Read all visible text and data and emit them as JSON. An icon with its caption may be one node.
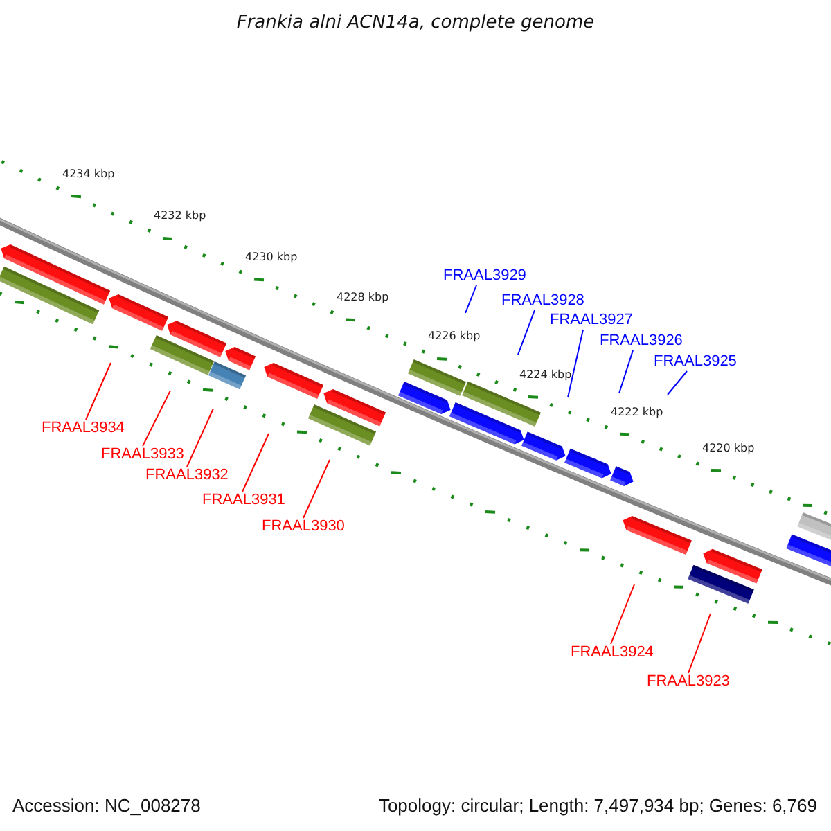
{
  "diagram": {
    "title": "Frankia alni ACN14a, complete genome",
    "nodes": [
      {
        "text": [
          "FRAAL3934"
        ]
      },
      {
        "text": [
          "FRAAL3933"
        ]
      },
      {
        "text": [
          "FRAAL3932"
        ]
      },
      {
        "text": [
          "FRAAL3931"
        ]
      },
      {
        "text": [
          "FRAAL3930"
        ]
      },
      {
        "text": [
          "FRAAL3929"
        ]
      },
      {
        "text": [
          "FRAAL3928"
        ]
      },
      {
        "text": [
          "FRAAL3927"
        ]
      },
      {
        "text": [
          "FRAAL3926"
        ]
      },
      {
        "text": [
          "FRAAL3925"
        ]
      },
      {
        "text": [
          "FRAAL3924"
        ]
      },
      {
        "text": [
          "FRAAL3923"
        ]
      }
    ],
    "edges": [
      {
        "from": 0,
        "to": null,
        "arrow": "none"
      },
      {
        "from": 1,
        "to": null,
        "arrow": "none"
      },
      {
        "from": 2,
        "to": null,
        "arrow": "none"
      },
      {
        "from": 3,
        "to": null,
        "arrow": "none"
      },
      {
        "from": 4,
        "to": null,
        "arrow": "none"
      },
      {
        "from": 5,
        "to": null,
        "arrow": "none",
        "color": "#0000ff"
      },
      {
        "from": 6,
        "to": null,
        "arrow": "none",
        "color": "#0000ff"
      },
      {
        "from": 7,
        "to": null,
        "arrow": "none",
        "color": "#0000ff"
      },
      {
        "from": 8,
        "to": null,
        "arrow": "none",
        "color": "#0000ff"
      },
      {
        "from": 9,
        "to": null,
        "arrow": "none",
        "color": "#0000ff"
      },
      {
        "from": 10,
        "to": null,
        "arrow": "none"
      },
      {
        "from": 11,
        "to": null,
        "arrow": "none"
      }
    ],
    "labels": [
      "4234 kbp",
      "4232 kbp",
      "4230 kbp",
      "4228 kbp",
      "4226 kbp",
      "4224 kbp",
      "4222 kbp",
      "4220 kbp",
      "Accession: NC_008278",
      "Topology: circular; Length: 7,497,934 bp; Genes: 6,769"
    ]
  }
}
